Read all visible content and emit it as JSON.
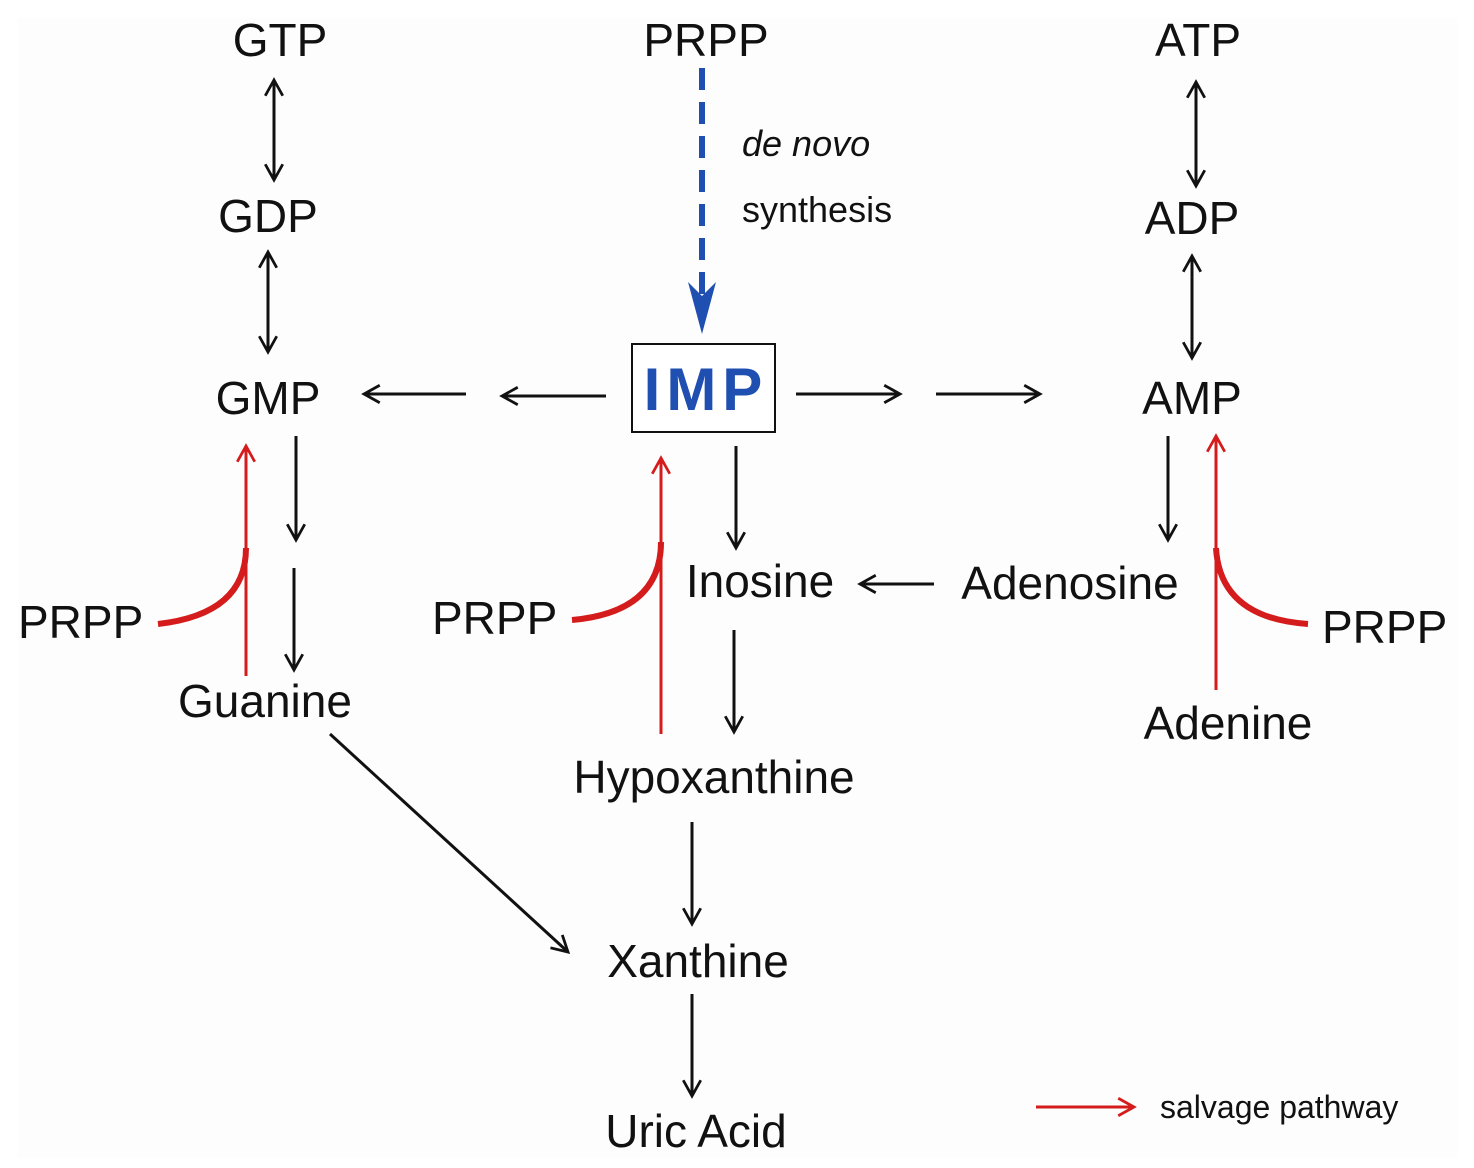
{
  "colors": {
    "text": "#111111",
    "salvage": "#d51c1c",
    "de_novo": "#1f4fb0",
    "background": "#fdfdfd"
  },
  "nodes": {
    "gtp": "GTP",
    "gdp": "GDP",
    "gmp": "GMP",
    "prpp_top": "PRPP",
    "imp": "IMP",
    "atp": "ATP",
    "adp": "ADP",
    "amp": "AMP",
    "prpp_left": "PRPP",
    "guanine": "Guanine",
    "prpp_center": "PRPP",
    "inosine": "Inosine",
    "adenosine": "Adenosine",
    "prpp_right": "PRPP",
    "adenine": "Adenine",
    "hypoxanthine": "Hypoxanthine",
    "xanthine": "Xanthine",
    "uric_acid": "Uric Acid"
  },
  "annotations": {
    "de_novo_italic": "de novo",
    "synthesis": "synthesis"
  },
  "legend": {
    "salvage_label": "salvage pathway"
  }
}
